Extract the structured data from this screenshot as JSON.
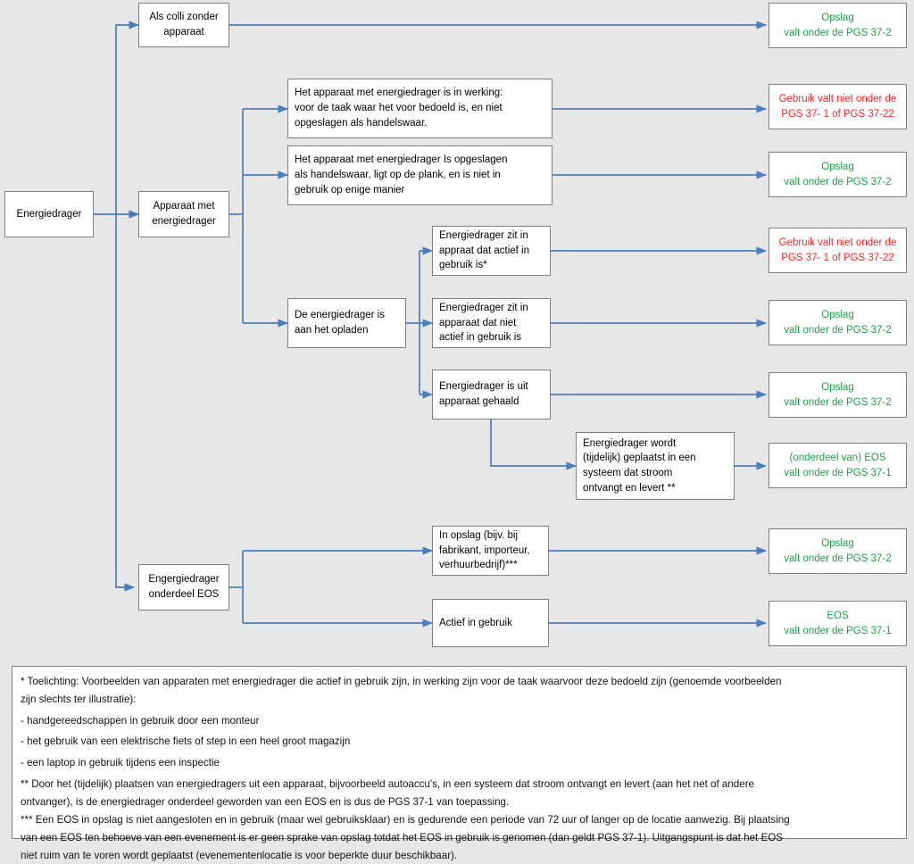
{
  "diagram": {
    "title": "Beslisboom energiedrager PGS 37",
    "colors": {
      "background": "#e7e7e7",
      "node_fill": "#ffffff",
      "node_border": "#7f7f7f",
      "connector": "#4a7ebb",
      "storage_green": "#1ca14a",
      "use_red": "#ff2121"
    },
    "nodes": {
      "root": "Energiedrager",
      "branch_colli": "Als colli zonder\napparaat",
      "branch_apparaat": "Apparaat met\nenergiedrager",
      "branch_eos": "Engergiedrager\nonderdeel EOS",
      "apparaat_in_werking": "Het apparaat met energiedrager is in werking:\nvoor de taak waar het voor bedoeld is, en niet\nopgeslagen als handelswaar.",
      "apparaat_opgeslagen": "Het apparaat met energiedrager Is opgeslagen\nals handelswaar, ligt op de plank, en is niet in\ngebruik op enige manier",
      "opladen": "De energiedrager is\naan het opladen",
      "opladen_actief": "Energiedrager zit in\nappraat dat actief in\ngebruik is*",
      "opladen_niet_actief": "Energiedrager zit in\napparaat dat niet\nactief in gebruik is",
      "opladen_uit_apparaat": "Energiedrager is uit\napparaat gehaald",
      "geplaatst_systeem": "Energiedrager wordt\n(tijdelijk) geplaatst in een\nsysteem dat stroom\nontvangt en levert **",
      "eos_in_opslag": "In opslag (bijv. bij\nfabrikant, importeur,\nverhuurbedrijf)***",
      "eos_actief": "Actief in gebruik"
    },
    "results": {
      "r1": {
        "line1": "Opslag",
        "line2": "valt onder de PGS 37-2",
        "kind": "storage"
      },
      "r2": {
        "line1": "Gebruik valt niet onder de",
        "line2": "PGS 37- 1 of PGS 37-22",
        "kind": "use"
      },
      "r3": {
        "line1": "Opslag",
        "line2": "valt onder de PGS 37-2",
        "kind": "storage"
      },
      "r4": {
        "line1": "Gebruik valt niet onder de",
        "line2": "PGS 37- 1 of PGS 37-22",
        "kind": "use"
      },
      "r5": {
        "line1": "Opslag",
        "line2": "valt onder de PGS 37-2",
        "kind": "storage"
      },
      "r6": {
        "line1": "Opslag",
        "line2": "valt onder de PGS 37-2",
        "kind": "storage"
      },
      "r7": {
        "line1": "(onderdeel van) EOS",
        "line2": "valt onder de PGS 37-1",
        "kind": "storage"
      },
      "r8": {
        "line1": "Opslag",
        "line2": "valt onder de PGS 37-2",
        "kind": "storage"
      },
      "r9": {
        "line1": "EOS",
        "line2": "valt onder de PGS 37-1",
        "kind": "storage"
      }
    },
    "footnotes": {
      "line1": "* Toelichting: Voorbeelden van apparaten met energiedrager die actief in gebruik zijn, in werking zijn voor de taak waarvoor deze bedoeld zijn (genoemde voorbeelden",
      "line2": "zijn slechts ter illustratie):",
      "line3": "- handgereedschappen in gebruik door een monteur",
      "line4": "- het gebruik van een elektrische fiets of step in een heel groot magazijn",
      "line5": "- een laptop in gebruik tijdens een inspectie",
      "line6": "** Door het (tijdelijk) plaatsen van energiedragers uit een apparaat, bijvoorbeeld autoaccu's, in een systeem dat stroom ontvangt en levert (aan het net of andere",
      "line7": "ontvanger), is de energiedrager onderdeel geworden van een EOS en is dus de PGS 37-1 van toepassing.",
      "line8": "*** Een EOS in opslag is niet aangesloten en in gebruik (maar wel gebruiksklaar) en is gedurende een periode van 72 uur of langer op de locatie aanwezig. Bij plaatsing",
      "line9": "van een EOS ten behoeve van een evenement is er geen sprake van opslag totdat het EOS in gebruik is genomen (dan geldt PGS 37-1). Uitgangspunt is dat het EOS",
      "line10": "niet ruim van te voren wordt geplaatst (evenementenlocatie is voor beperkte duur beschikbaar)."
    }
  }
}
